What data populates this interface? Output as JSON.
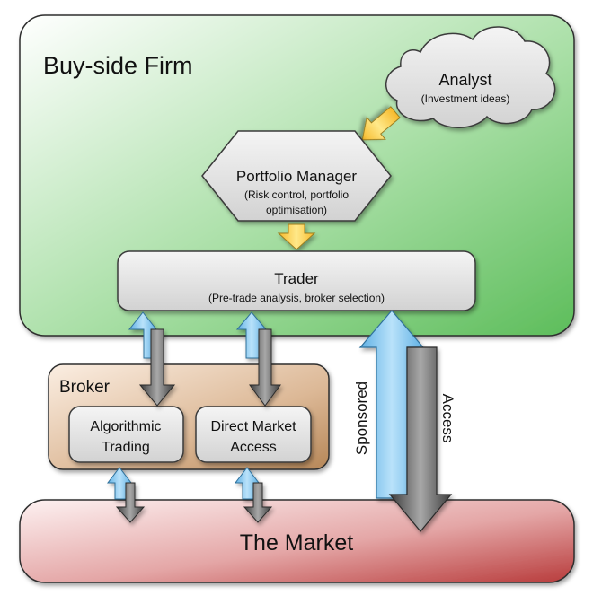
{
  "buy_side_firm": {
    "label": "Buy-side Firm"
  },
  "analyst": {
    "title": "Analyst",
    "subtitle": "(Investment ideas)"
  },
  "portfolio_manager": {
    "title": "Portfolio Manager",
    "subtitle_line1": "(Risk control, portfolio",
    "subtitle_line2": "optimisation)"
  },
  "trader": {
    "title": "Trader",
    "subtitle": "(Pre-trade analysis, broker selection)"
  },
  "broker": {
    "label": "Broker",
    "algorithmic_trading": {
      "line1": "Algorithmic",
      "line2": "Trading"
    },
    "direct_market_access": {
      "line1": "Direct Market",
      "line2": "Access"
    }
  },
  "sponsored_access": {
    "sponsored": "Sponsored",
    "access": "Access"
  },
  "market": {
    "label": "The Market"
  },
  "colors": {
    "firm_green": "#6cc46a",
    "broker_tan": "#caa27a",
    "market_red": "#c84848",
    "arrow_blue": "#7ec3ec",
    "arrow_gray": "#6a6a6a",
    "arrow_yellow": "#fbcf42"
  }
}
